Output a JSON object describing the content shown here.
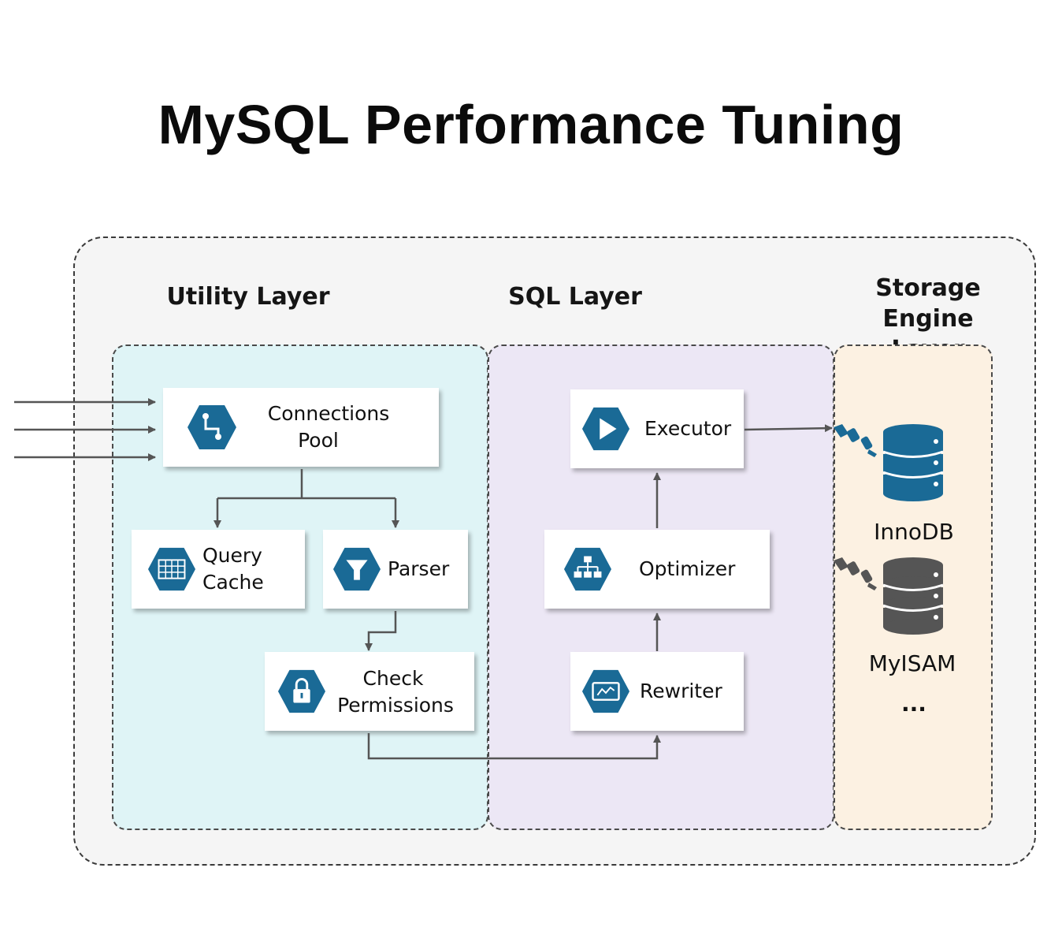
{
  "title": "MySQL Performance Tuning",
  "layers": {
    "utility": "Utility Layer",
    "sql": "SQL Layer",
    "storage_line1": "Storage Engine",
    "storage_line2": "Layer"
  },
  "components": {
    "connections_pool": {
      "line1": "Connections",
      "line2": "Pool",
      "icon": "branch-icon"
    },
    "query_cache": {
      "line1": "Query",
      "line2": "Cache",
      "icon": "grid-icon"
    },
    "parser": {
      "label": "Parser",
      "icon": "funnel-icon"
    },
    "check_permissions": {
      "line1": "Check",
      "line2": "Permissions",
      "icon": "lock-icon"
    },
    "executor": {
      "label": "Executor",
      "icon": "play-icon"
    },
    "optimizer": {
      "label": "Optimizer",
      "icon": "hierarchy-icon"
    },
    "rewriter": {
      "label": "Rewriter",
      "icon": "monitor-icon"
    }
  },
  "engines": {
    "innodb": {
      "label": "InnoDB",
      "color": "#1a6a96"
    },
    "myisam": {
      "label": "MyISAM",
      "color": "#555555"
    },
    "more": "..."
  },
  "colors": {
    "icon_blue": "#1a6a96",
    "utility_bg": "#dff4f6",
    "sql_bg": "#ece7f5",
    "storage_bg": "#fcf1e2",
    "arrow": "#555555"
  }
}
